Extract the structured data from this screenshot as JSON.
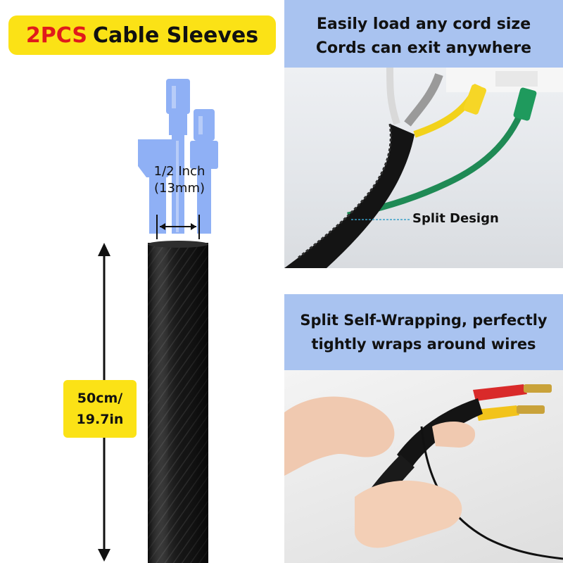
{
  "title": {
    "accent": "2PCS",
    "text": "Cable Sleeves"
  },
  "panels": {
    "top": {
      "caption_line1": "Easily load any cord size",
      "caption_line2": "Cords can exit anywhere",
      "callout": "Split Design"
    },
    "bottom": {
      "caption_line1": "Split Self-Wrapping, perfectly",
      "caption_line2": "tightly wraps around wires"
    }
  },
  "dimensions": {
    "diameter_line1": "1/2 Inch",
    "diameter_line2": "(13mm)",
    "length_line1": "50cm/",
    "length_line2": "19.7in"
  },
  "icons": [
    "ethernet-plug-icon",
    "usb-plug-icon",
    "double-arrow-icon"
  ],
  "colors": {
    "badge_yellow": "#fbe216",
    "accent_red": "#e01b1b",
    "panel_blue": "#a9c3f0",
    "plug_blue": "#8fb0f5",
    "sleeve_black": "#151515"
  }
}
